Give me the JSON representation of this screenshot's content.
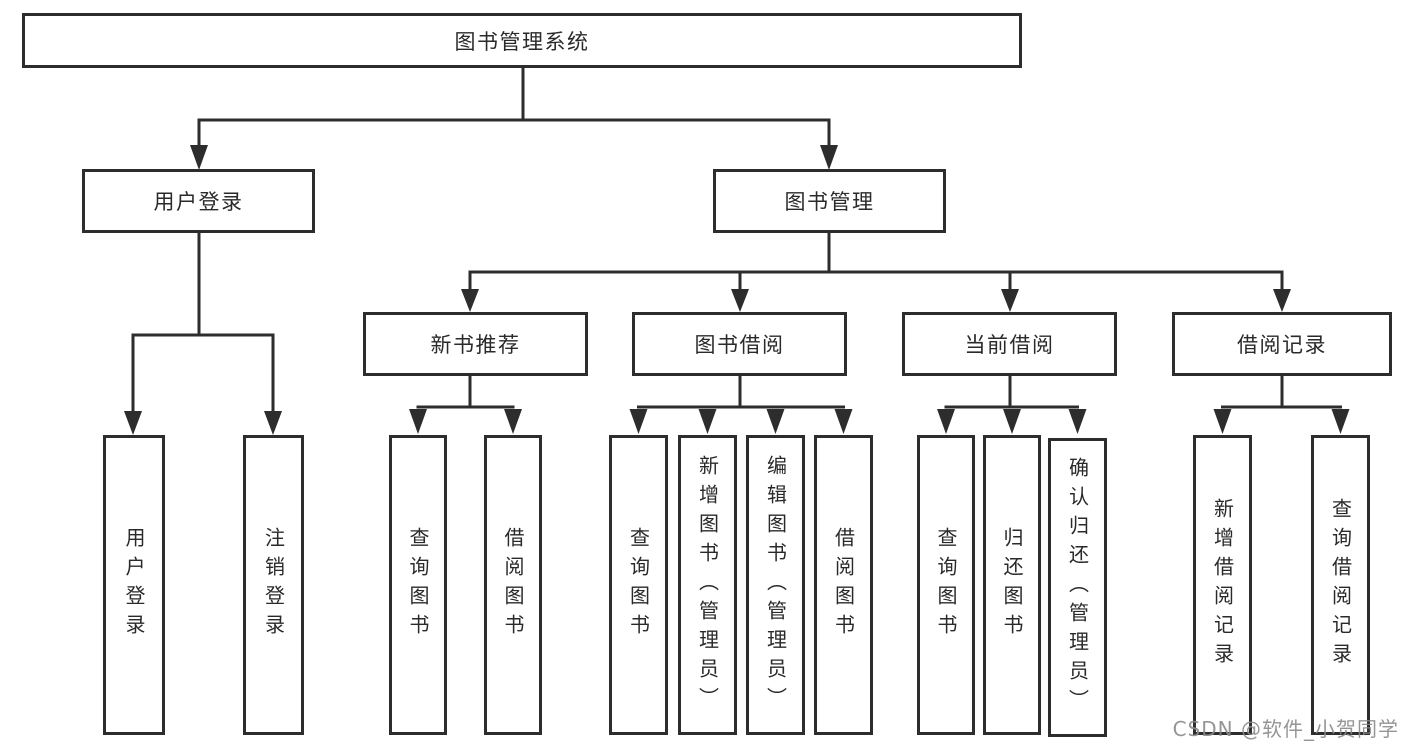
{
  "diagram": {
    "root": "图书管理系统",
    "branches": [
      {
        "label": "用户登录",
        "leaves": [
          "用户登录",
          "注销登录"
        ]
      },
      {
        "label": "图书管理",
        "children": [
          {
            "label": "新书推荐",
            "leaves": [
              "查询图书",
              "借阅图书"
            ]
          },
          {
            "label": "图书借阅",
            "leaves": [
              "查询图书",
              "新增图书（管理员）",
              "编辑图书（管理员）",
              "借阅图书"
            ]
          },
          {
            "label": "当前借阅",
            "leaves": [
              "查询图书",
              "归还图书",
              "确认归还（管理员）"
            ]
          },
          {
            "label": "借阅记录",
            "leaves": [
              "新增借阅记录",
              "查询借阅记录"
            ]
          }
        ]
      }
    ]
  },
  "watermark": {
    "text": "CSDN @软件_小贺同学"
  },
  "colors": {
    "line": "#2d2d2d",
    "box_border": "#2d2d2d",
    "text": "#2a2a2a",
    "watermark": "#8a8a8a",
    "background": "#ffffff"
  }
}
